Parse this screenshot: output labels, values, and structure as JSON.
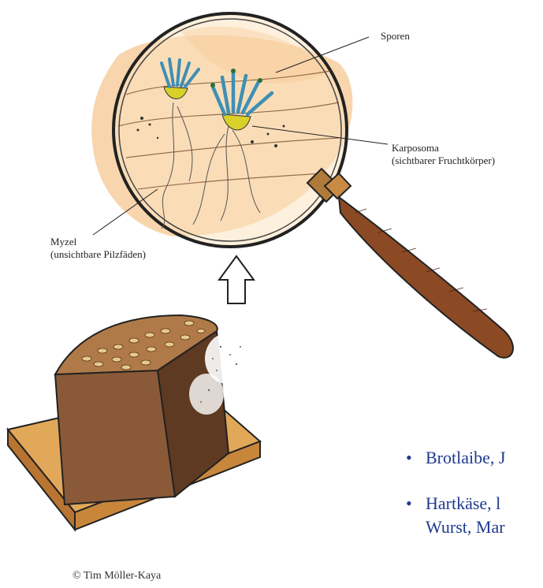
{
  "labels": {
    "sporen": "Sporen",
    "karposoma_1": "Karposoma",
    "karposoma_2": "(sichtbarer Fruchtkörper)",
    "myzel_1": "Myzel",
    "myzel_2": "(unsichtbare Pilzfäden)"
  },
  "bullets": [
    {
      "line1": "Brotlaibe, J"
    },
    {
      "line1": "Hartkäse, l",
      "line2": "Wurst, Mar"
    }
  ],
  "credit": "© Tim Möller-Kaya",
  "colors": {
    "bullet_text": "#1f3a8f",
    "wood_board": "#d99a4e",
    "bread_crust": "#8a5a38",
    "mold_blue": "#3f8fb5",
    "mold_yellow": "#d9d02a",
    "magnifier_handle": "#8b4a24",
    "watercolor_orange": "#f2b36a"
  }
}
